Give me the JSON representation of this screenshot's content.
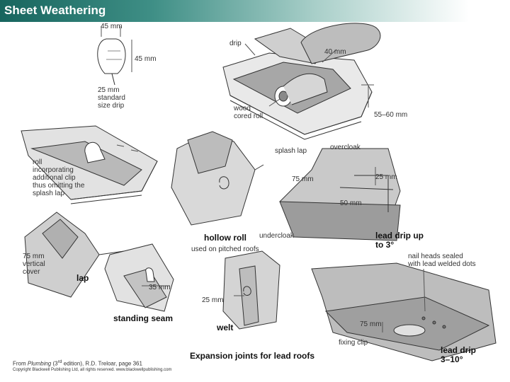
{
  "title": "Sheet Weathering",
  "caption": "Expansion joints for lead roofs",
  "source": {
    "prefix": "From ",
    "book": "Plumbing",
    "edition_pre": " (3",
    "edition_sup": "rd",
    "edition_post": " edition), R.D. Treloar, page 361"
  },
  "copyright": "Copyright Blackwell Publishing Ltd, all rights reserved. www.blackwellpublishing.com",
  "labels": {
    "m45_top": "45 mm",
    "drip": "drip",
    "m40": "40 mm",
    "m45_side": "45 mm",
    "m25_standard": "25 mm\nstandard\nsize drip",
    "wood_cored": "wood\ncored roll",
    "m55_60": "55–60 mm",
    "overcloak_top": "overcloak",
    "splash_lap": "splash lap",
    "roll_incorp": "roll\nincorporating\nadditional clip\nthus omitting the\nsplash lap",
    "m75": "75 mm",
    "m25_right": "25 mm",
    "m50": "50 mm",
    "hollow_roll": "hollow roll",
    "undercloak": "undercloak",
    "used_on_pitched": "used on pitched roofs",
    "lead_drip_up": "lead drip up\nto 3°",
    "vertical_cover": "75 mm\nvertical\ncover",
    "lap": "lap",
    "nail_heads": "nail heads sealed\nwith lead welded dots",
    "m35": "35 mm",
    "m25_mid": "25 mm",
    "standing_seam": "standing seam",
    "welt": "welt",
    "m75_low": "75 mm",
    "fixing_clip": "fixing clip",
    "lead_drip_bottom": "lead drip\n3–10°"
  }
}
